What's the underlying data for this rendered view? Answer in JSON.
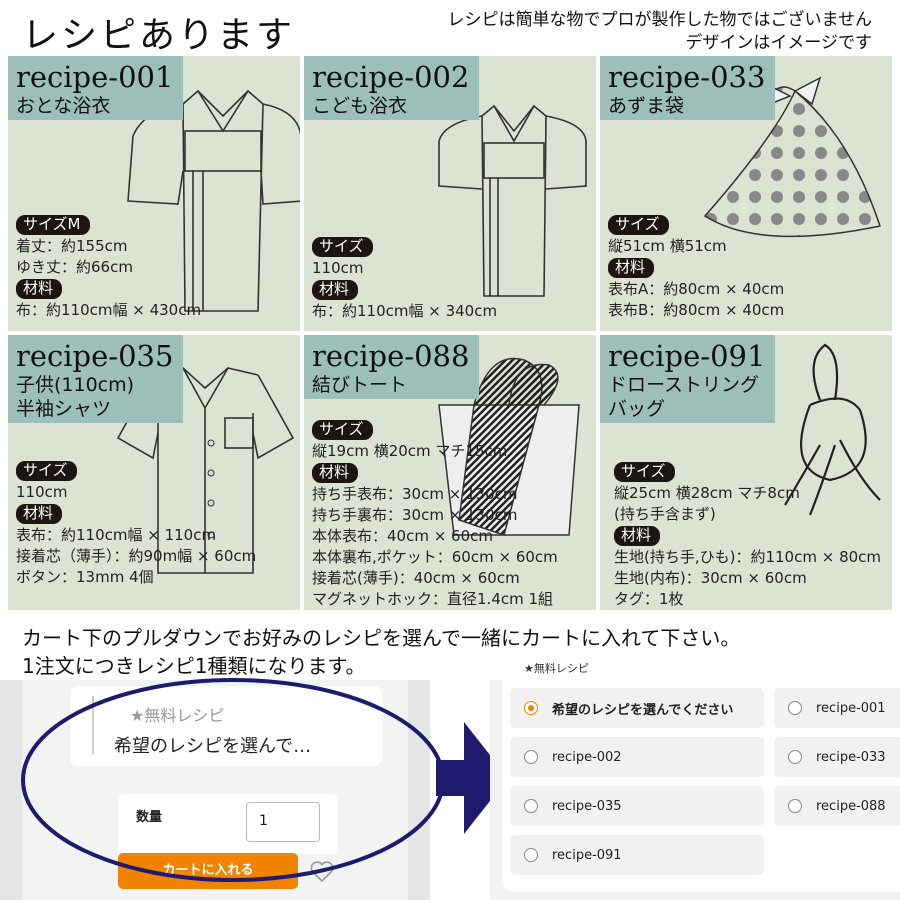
{
  "header": {
    "title": "レシピあります",
    "note_line1": "レシピは簡単な物でプロが製作した物ではございません",
    "note_line2": "デザインはイメージです"
  },
  "cards": [
    {
      "id": "recipe-001",
      "name": "おとな浴衣",
      "size_label": "サイズM",
      "size_lines": [
        "着丈：約155cm",
        "ゆき丈：約66cm"
      ],
      "material_label": "材料",
      "material_lines": [
        "布：約110cm幅 × 430cm"
      ]
    },
    {
      "id": "recipe-002",
      "name": "こども浴衣",
      "size_label": "サイズ",
      "size_lines": [
        "110cm"
      ],
      "material_label": "材料",
      "material_lines": [
        "布：約110cm幅 × 340cm"
      ]
    },
    {
      "id": "recipe-033",
      "name": "あずま袋",
      "size_label": "サイズ",
      "size_lines": [
        "縦51cm 横51cm"
      ],
      "material_label": "材料",
      "material_lines": [
        "表布A：約80cm × 40cm",
        "表布B：約80cm × 40cm"
      ]
    },
    {
      "id": "recipe-035",
      "name_line1": "子供(110cm)",
      "name_line2": "半袖シャツ",
      "size_label": "サイズ",
      "size_lines": [
        "110cm"
      ],
      "material_label": "材料",
      "material_lines": [
        "表布：約110cm幅 × 110cm",
        "接着芯（薄手）：約90m幅 × 60cm",
        "ボタン：13mm 4個"
      ]
    },
    {
      "id": "recipe-088",
      "name": "結びトート",
      "size_label": "サイズ",
      "size_lines": [
        "縦19cm 横20cm マチ15cm"
      ],
      "material_label": "材料",
      "material_lines": [
        "持ち手表布：30cm × 130cm",
        "持ち手裏布：30cm × 130cm",
        "本体表布：40cm × 60cm",
        "本体裏布,ポケット：60cm × 60cm",
        "接着芯(薄手)：40cm × 60cm",
        "マグネットホック：直径1.4cm 1組"
      ]
    },
    {
      "id": "recipe-091",
      "name_line1": "ドローストリング",
      "name_line2": "バッグ",
      "size_label": "サイズ",
      "size_lines": [
        "縦25cm 横28cm マチ8cm",
        "(持ち手含まず)"
      ],
      "material_label": "材料",
      "material_lines": [
        "生地(持ち手,ひも)：約110cm × 80cm",
        "生地(内布)：30cm × 60cm",
        "タグ：1枚"
      ]
    }
  ],
  "instructions": {
    "line1": "カート下のプルダウンでお好みのレシピを選んで一緒にカートに入れて下さい。",
    "line2": "1注文につきレシピ1種類になります。"
  },
  "cart": {
    "select_label": "★無料レシピ",
    "select_value": "希望のレシピを選んで…",
    "qty_label": "数量",
    "qty_value": "1",
    "add_button": "カートに入れる"
  },
  "options_panel": {
    "title": "★無料レシピ",
    "options": [
      "希望のレシピを選んでください",
      "recipe-001",
      "recipe-002",
      "recipe-033",
      "recipe-035",
      "recipe-088",
      "recipe-091"
    ],
    "selected": "希望のレシピを選んでください"
  },
  "colors": {
    "card_bg": "#dde3d3",
    "header_bg": "#9cbfba",
    "accent": "#f08300",
    "arrow": "#1f1a6e"
  }
}
